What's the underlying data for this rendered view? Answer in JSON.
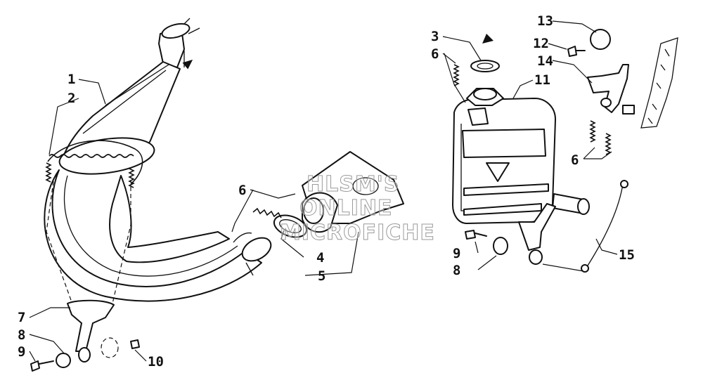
{
  "watermark": {
    "lines": [
      "HLSM'S",
      "ONLINE",
      "MICROFICHE"
    ]
  },
  "callouts": [
    {
      "id": "c1",
      "label": "1"
    },
    {
      "id": "c2",
      "label": "2"
    },
    {
      "id": "c3",
      "label": "3"
    },
    {
      "id": "c4",
      "label": "4"
    },
    {
      "id": "c5",
      "label": "5"
    },
    {
      "id": "c6a",
      "label": "6"
    },
    {
      "id": "c6b",
      "label": "6"
    },
    {
      "id": "c6c",
      "label": "6"
    },
    {
      "id": "c7",
      "label": "7"
    },
    {
      "id": "c8a",
      "label": "8"
    },
    {
      "id": "c8b",
      "label": "8"
    },
    {
      "id": "c9a",
      "label": "9"
    },
    {
      "id": "c9b",
      "label": "9"
    },
    {
      "id": "c10",
      "label": "10"
    },
    {
      "id": "c11",
      "label": "11"
    },
    {
      "id": "c12",
      "label": "12"
    },
    {
      "id": "c13",
      "label": "13"
    },
    {
      "id": "c14",
      "label": "14"
    },
    {
      "id": "c15",
      "label": "15"
    }
  ],
  "colors": {
    "line": "#111111",
    "background": "#ffffff",
    "watermark_outline": "#9a9a9a"
  }
}
